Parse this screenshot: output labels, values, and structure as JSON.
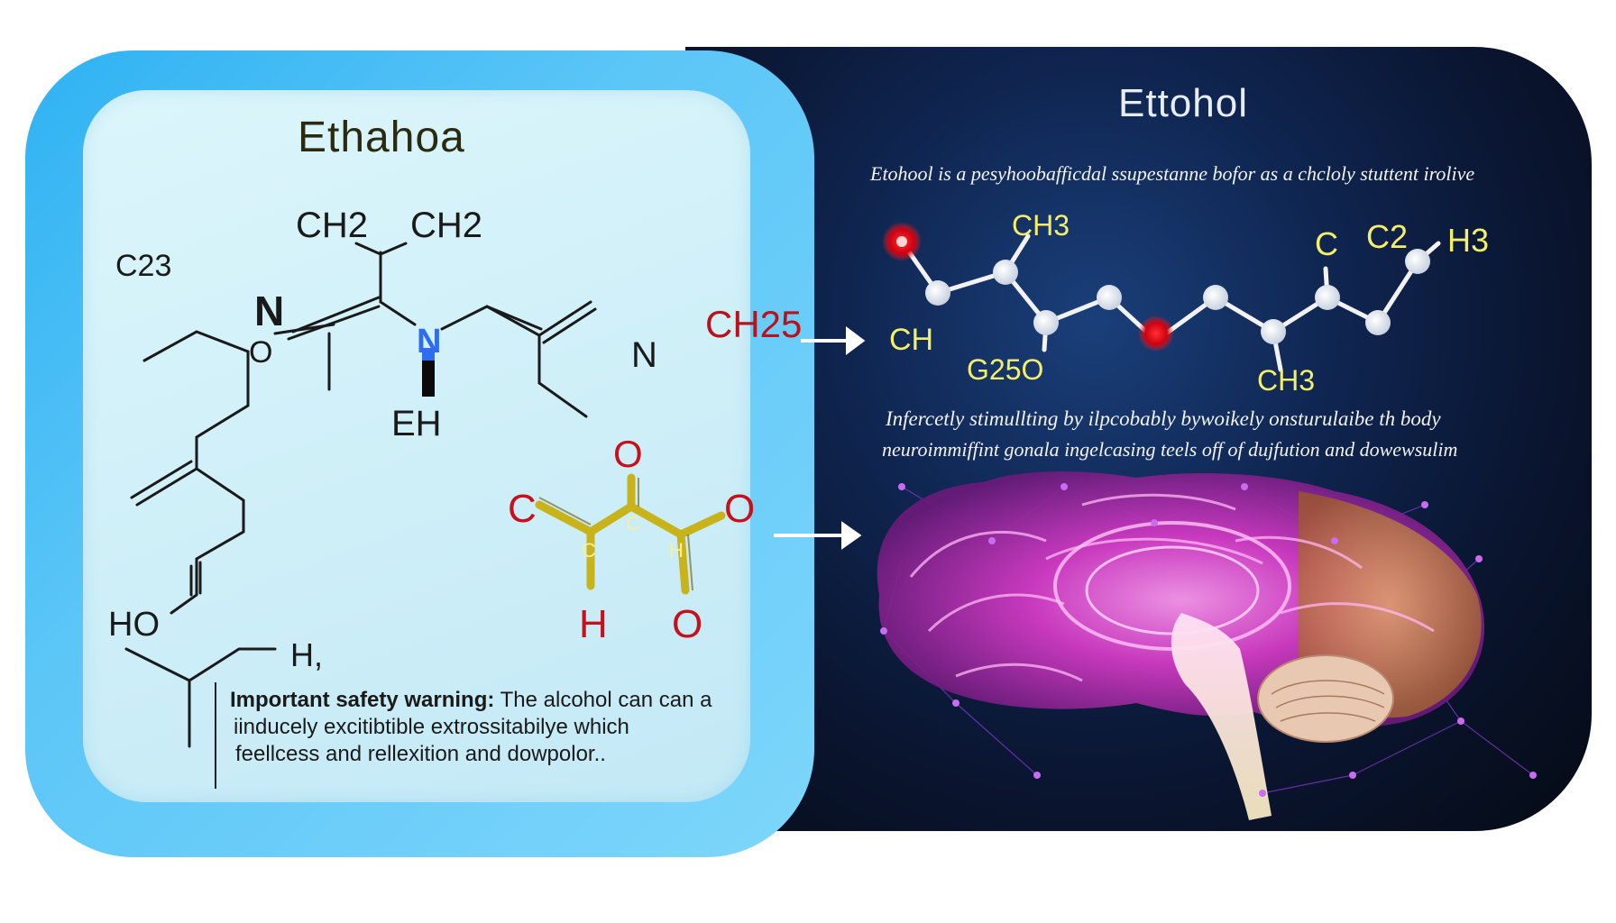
{
  "left_panel": {
    "title": "Ethahoa",
    "labels": {
      "c23": "C23",
      "ch2_a": "CH2",
      "ch2_b": "CH2",
      "n_bold": "N",
      "o_ring": "O",
      "n_blue": "N",
      "eh": "EH",
      "n_right": "N",
      "ho": "HO",
      "h_tail": "H,",
      "ch25": "CH25"
    },
    "warning": {
      "heading": "Important safety warning:",
      "line1_rest": "The alcohol can can a",
      "line2": "iinducely excitibtible extrossitabilye which",
      "line3": "feellcess and rellexition and dowpolor.."
    }
  },
  "small_molecule": {
    "labels": {
      "o_top": "O",
      "c_left": "C",
      "o_right": "O",
      "c_mid_left": "C",
      "c_center": "C",
      "c_mid_right": "H",
      "h_bottom": "H",
      "o_bottom": "O"
    }
  },
  "right_panel": {
    "title": "Ettohol",
    "description": "Etohool is a pesyhoobafficdal ssupestanne bofor as a chcloly stuttent irolive",
    "molecule_labels": {
      "ch3_top": "CH3",
      "ch_left": "CH",
      "g25o": "G25O",
      "c_right": "C",
      "c2": "C2",
      "h3": "H3",
      "ch_bottom": "CH3"
    },
    "effect_line1": "Infercetly stimullting by ilpcobably bywoikely onsturulaibe th body",
    "effect_line2": "neuroimmiffint gonala ingelcasing teels off of dujfution and dowewsulim"
  },
  "colors": {
    "accent_blue": "#2fb2f3",
    "dark_bg": "#0a1530",
    "oxygen_red": "#e0141a",
    "label_yellow": "#f4ee6a",
    "brain_magenta": "#e23bd6"
  }
}
